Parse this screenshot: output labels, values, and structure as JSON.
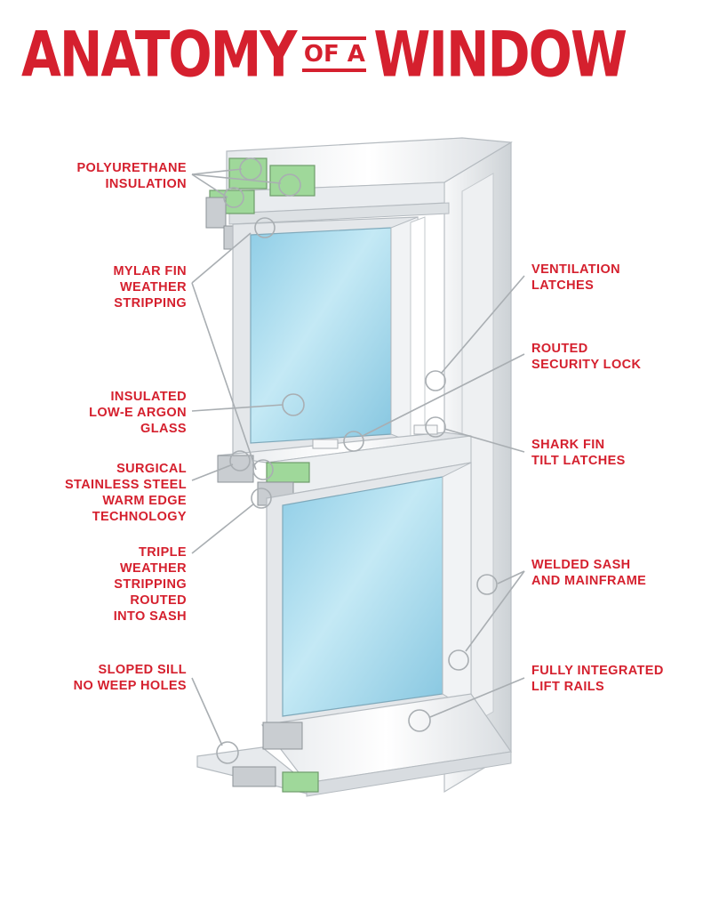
{
  "title": {
    "part1": "ANATOMY",
    "part2": "OF A",
    "part3": "WINDOW"
  },
  "colors": {
    "accent": "#d5202e",
    "glass": "#9fd4e8",
    "insulation": "#9fd89a",
    "frame": "#f2f4f6"
  },
  "labels": {
    "polyurethane": "POLYURETHANE\nINSULATION",
    "mylar": "MYLAR FIN\nWEATHER\nSTRIPPING",
    "glass": "INSULATED\nLOW-E ARGON\nGLASS",
    "stainless": "SURGICAL\nSTAINLESS STEEL\nWARM EDGE\nTECHNOLOGY",
    "triple": "TRIPLE\nWEATHER\nSTRIPPING\nROUTED\nINTO SASH",
    "sill": "SLOPED SILL\nNO WEEP HOLES",
    "ventilation": "VENTILATION\nLATCHES",
    "security": "ROUTED\nSECURITY LOCK",
    "shark": "SHARK FIN\nTILT LATCHES",
    "welded": "WELDED SASH\nAND MAINFRAME",
    "lift": "FULLY INTEGRATED\nLIFT RAILS"
  }
}
